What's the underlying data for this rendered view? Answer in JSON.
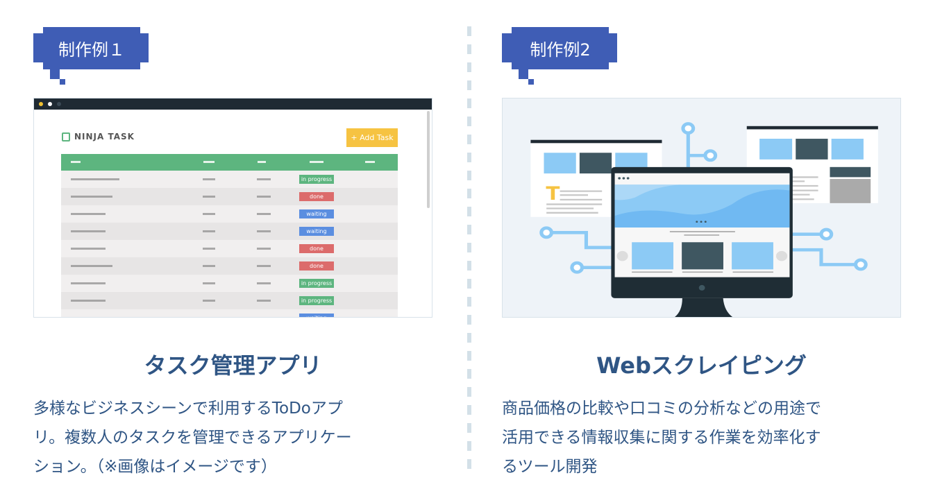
{
  "works": [
    {
      "badge": "制作例１",
      "title": "タスク管理アプリ",
      "description": [
        "多様なビジネスシーンで利用するToDoアプ",
        "リ。複数人のタスクを管理できるアプリケー",
        "ション。（※画像はイメージです）"
      ],
      "screenshot": {
        "app_name": "NINJA TASK",
        "add_button": "+ Add Task",
        "statuses": [
          "in progress",
          "done",
          "waiting",
          "waiting",
          "done",
          "done",
          "in progress",
          "in progress",
          "waiting"
        ]
      }
    },
    {
      "badge": "制作例2",
      "title": "Webスクレイピング",
      "description": [
        "商品価格の比較や口コミの分析などの用途で",
        "活用できる情報収集に関する作業を効率化す",
        "るツール開発"
      ]
    }
  ],
  "colors": {
    "badge": "#3f5db5",
    "text": "#2f5584",
    "in progress": "#5db57f",
    "done": "#dc6b6b",
    "waiting": "#5b8ee0"
  }
}
